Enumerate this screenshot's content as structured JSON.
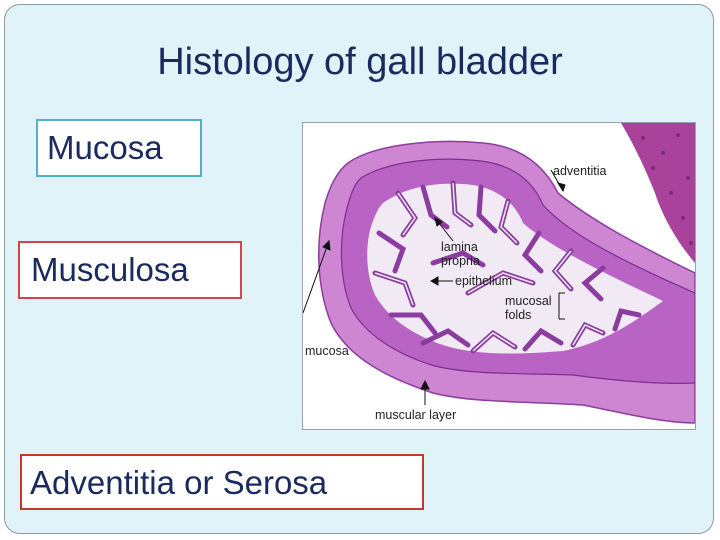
{
  "slide": {
    "title": "Histology of gall bladder",
    "labels": {
      "mucosa": "Mucosa",
      "musculosa": "Musculosa",
      "adventitia": "Adventitia or Serosa"
    }
  },
  "micrograph": {
    "annotations": {
      "adventitia": "adventitia",
      "lamina_propria_line1": "lamina",
      "lamina_propria_line2": "propria",
      "epithelium": "epithelium",
      "mucosal_folds_line1": "mucosal",
      "mucosal_folds_line2": "folds",
      "mucosa_partial": "mucosa",
      "muscular_layer": "muscular layer"
    }
  },
  "colors": {
    "title": "#1b2a5e",
    "slide_background": "#dff3f9",
    "mucosa_border": "#4fb3c7",
    "musculosa_border": "#d2464a",
    "adventitia_border": "#c0392b",
    "tissue_pink": "#c978c9",
    "tissue_dark": "#8a3d9e",
    "lumen": "#f1eaf5"
  }
}
